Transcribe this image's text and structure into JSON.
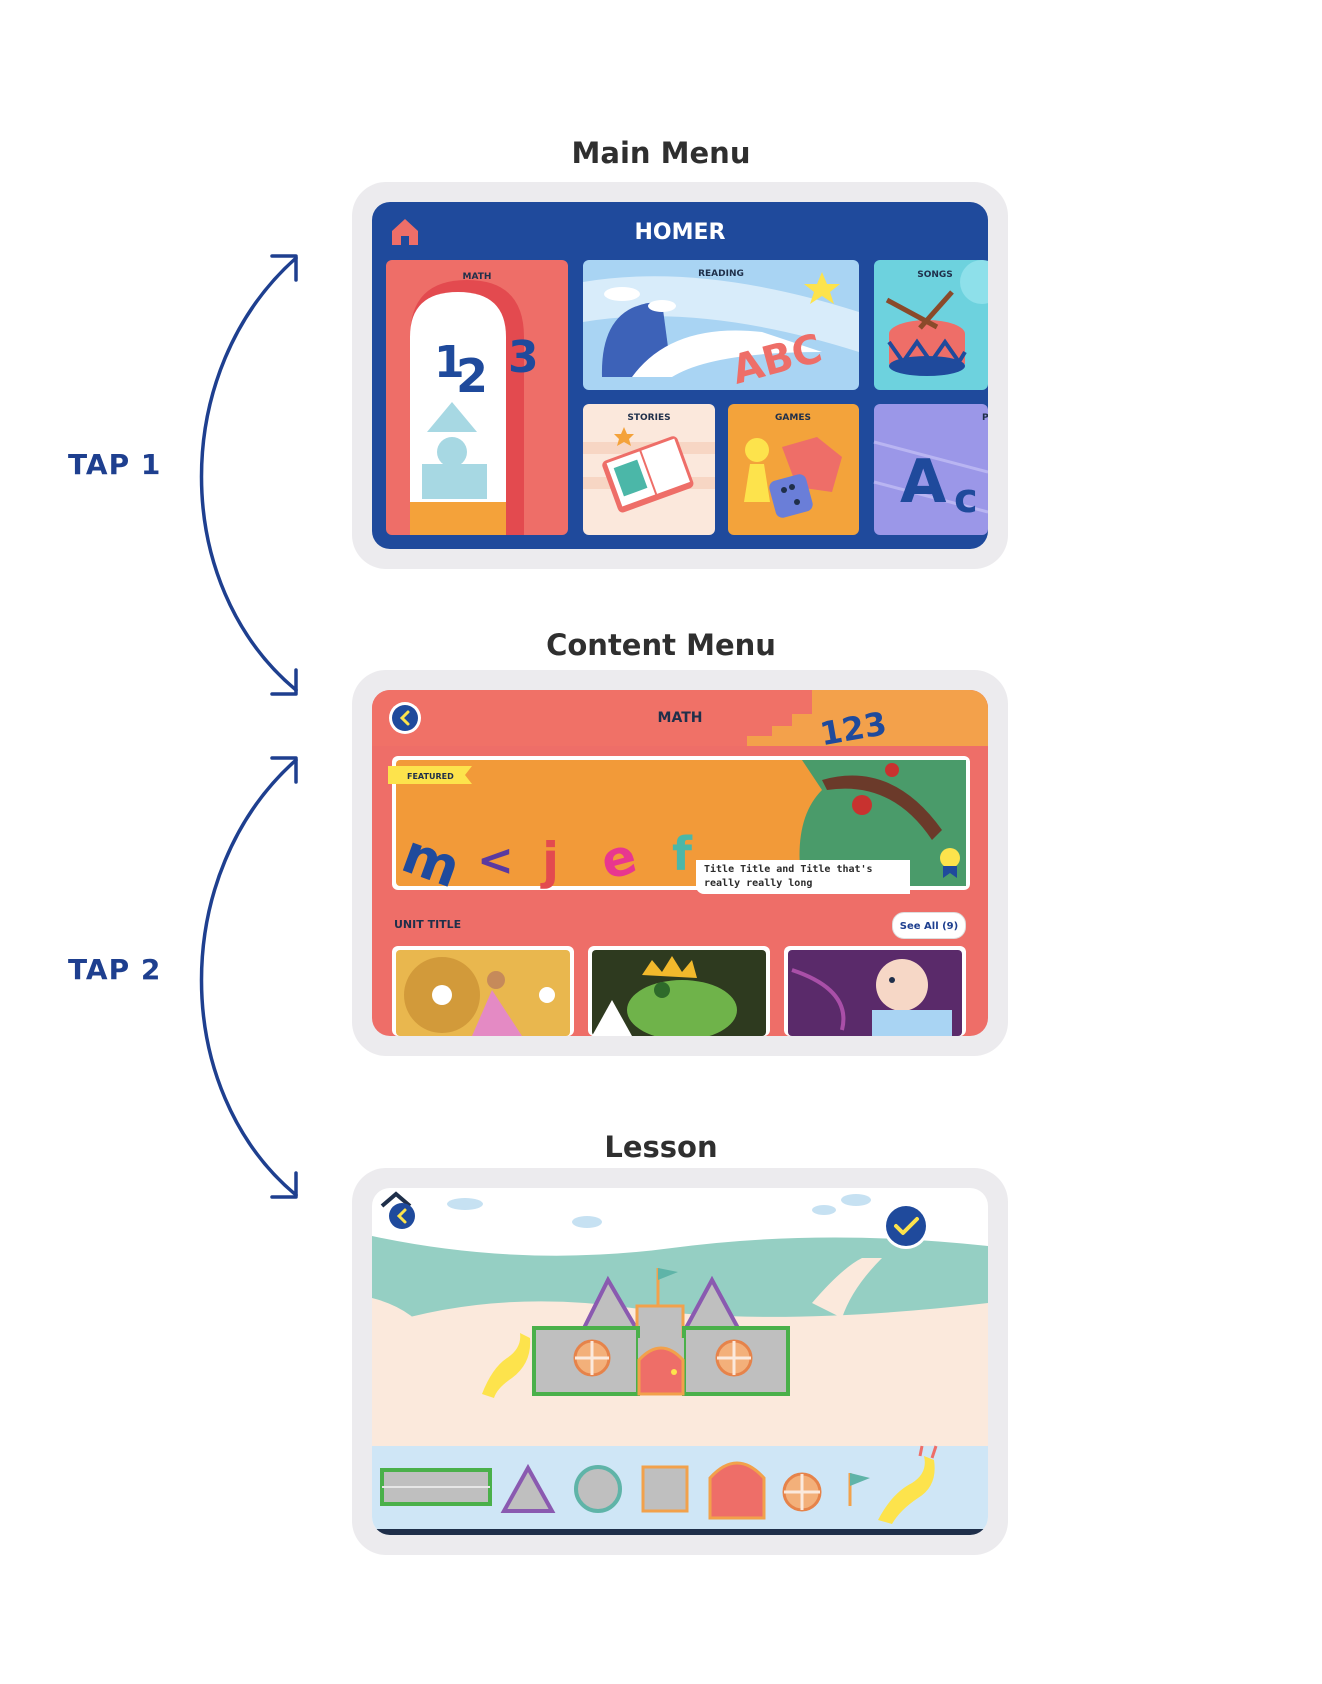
{
  "flow": {
    "screens": [
      {
        "title": "Main Menu"
      },
      {
        "title": "Content Menu"
      },
      {
        "title": "Lesson"
      }
    ],
    "taps": [
      {
        "label": "TAP 1"
      },
      {
        "label": "TAP 2"
      }
    ],
    "arrow_color": "#1e3f8f"
  },
  "main_menu": {
    "brand": "HOMER",
    "tiles": {
      "math": "MATH",
      "reading": "READING",
      "songs": "SONGS",
      "stories": "STORIES",
      "games": "GAMES",
      "partial": "P"
    },
    "colors": {
      "background": "#1f4a9c",
      "math": "#ee6e68",
      "reading": "#a9d4f3",
      "songs": "#6dd2de",
      "stories": "#fbe8dc",
      "games": "#f3a33b",
      "letters": "#9b97e8"
    }
  },
  "content_menu": {
    "title": "MATH",
    "featured_tag": "FEATURED",
    "featured_caption": "Title Title and Title that's really really long",
    "unit_title": "UNIT TITLE",
    "see_all": "See All (9)",
    "colors": {
      "background": "#ee6e68",
      "banner": "#f29a39",
      "tag": "#fde34c"
    }
  },
  "lesson": {
    "tray_items": [
      "brick-wall",
      "triangle",
      "round-window",
      "square-block",
      "door",
      "cross-window",
      "flag",
      "slide"
    ],
    "colors": {
      "sky": "#ffffff",
      "hill": "#95cfc3",
      "ground": "#fbe9dc",
      "tray": "#cfe6f6",
      "check": "#1f4a9c"
    }
  }
}
